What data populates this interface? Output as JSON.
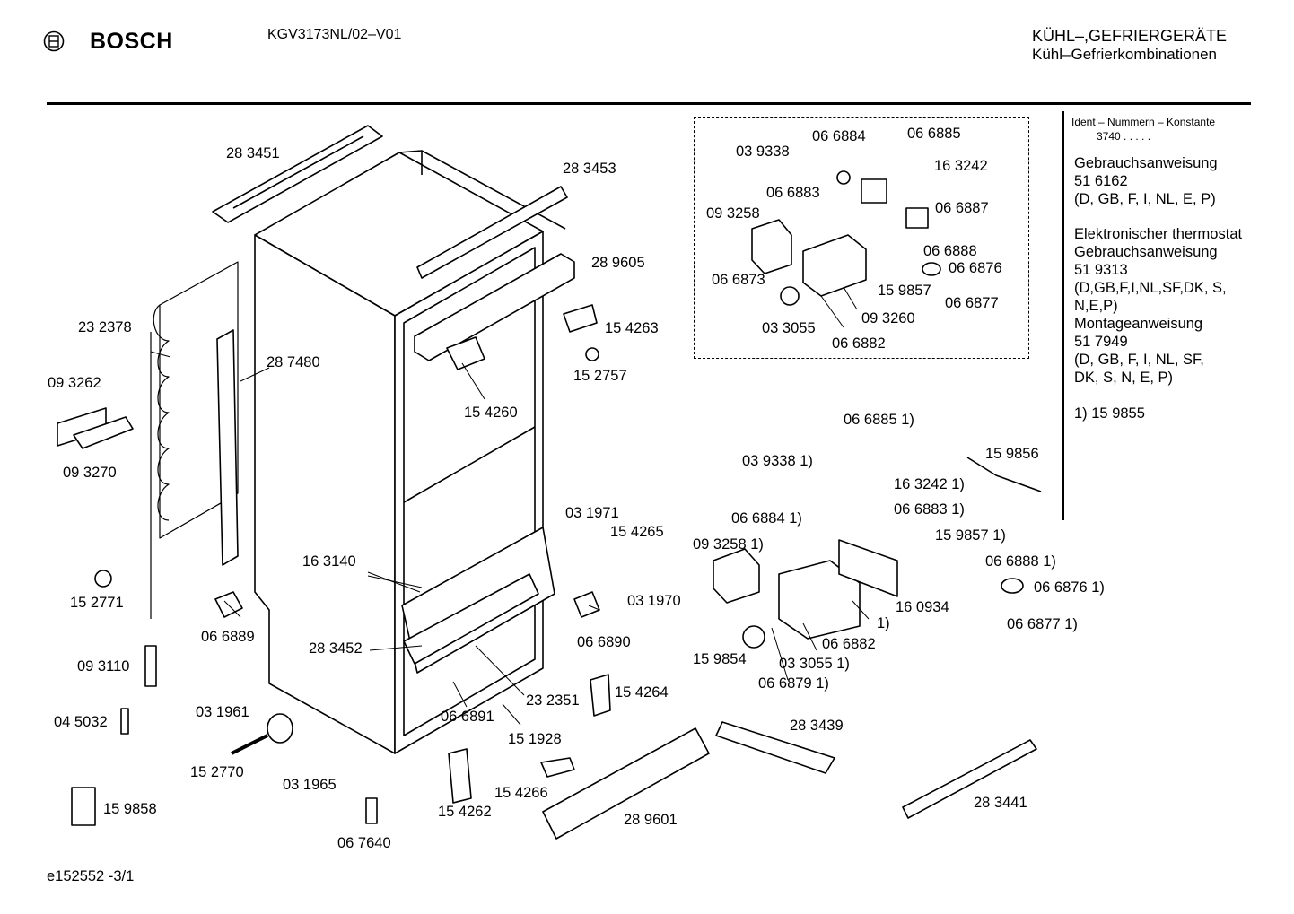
{
  "header": {
    "brand": "BOSCH",
    "model": "KGV3173NL/02–V01",
    "category_line1": "KÜHL–,GEFRIERGERÄTE",
    "category_line2": "Kühl–Gefrierkombinationen"
  },
  "side_panel": {
    "ident_header": "Ident – Nummern – Konstante",
    "ident_value": "3740  .  .  .  .  .",
    "lines": [
      "Gebrauchsanweisung",
      "51 6162",
      "(D, GB, F, I, NL, E, P)",
      "",
      "Elektronischer thermostat",
      "Gebrauchsanweisung",
      "51 9313",
      "(D,GB,F,I,NL,SF,DK, S,",
      "N,E,P)",
      "Montageanweisung",
      "51 7949",
      "(D, GB, F, I, NL, SF,",
      "DK, S, N, E, P)",
      "",
      "1) 15 9855"
    ]
  },
  "part_labels": [
    "28 3451",
    "28 3453",
    "28 9605",
    "23 2378",
    "28 7480",
    "09 3262",
    "09 3270",
    "15 4263",
    "15 2757",
    "15 4260",
    "16 3140",
    "15 2771",
    "06 6889",
    "09 3110",
    "28 3452",
    "03 1971",
    "15 4265",
    "03 1970",
    "06 6890",
    "04 5032",
    "03 1961",
    "15 2770",
    "06 6891",
    "15 1928",
    "23 2351",
    "15 4264",
    "03 1965",
    "15 9858",
    "06 7640",
    "15 4262",
    "15 4266",
    "28 9601",
    "28 3439",
    "28 3441",
    "06 6884",
    "06 6885",
    "03 9338",
    "16 3242",
    "06 6883",
    "06 6887",
    "09 3258",
    "06 6888",
    "06 6876",
    "06 6873",
    "15 9857",
    "06 6877",
    "03 3055",
    "09 3260",
    "06 6882",
    "06 6885 1)",
    "15 9856",
    "03 9338 1)",
    "16 3242 1)",
    "06 6884 1)",
    "06 6883 1)",
    "15 9857 1)",
    "09 3258 1)",
    "06 6888 1)",
    "06 6876 1)",
    "16 0934",
    "1)",
    "06 6877 1)",
    "06 6882",
    "15 9854",
    "03 3055 1)",
    "06 6879 1)"
  ],
  "footer": "e152552   -3/1"
}
